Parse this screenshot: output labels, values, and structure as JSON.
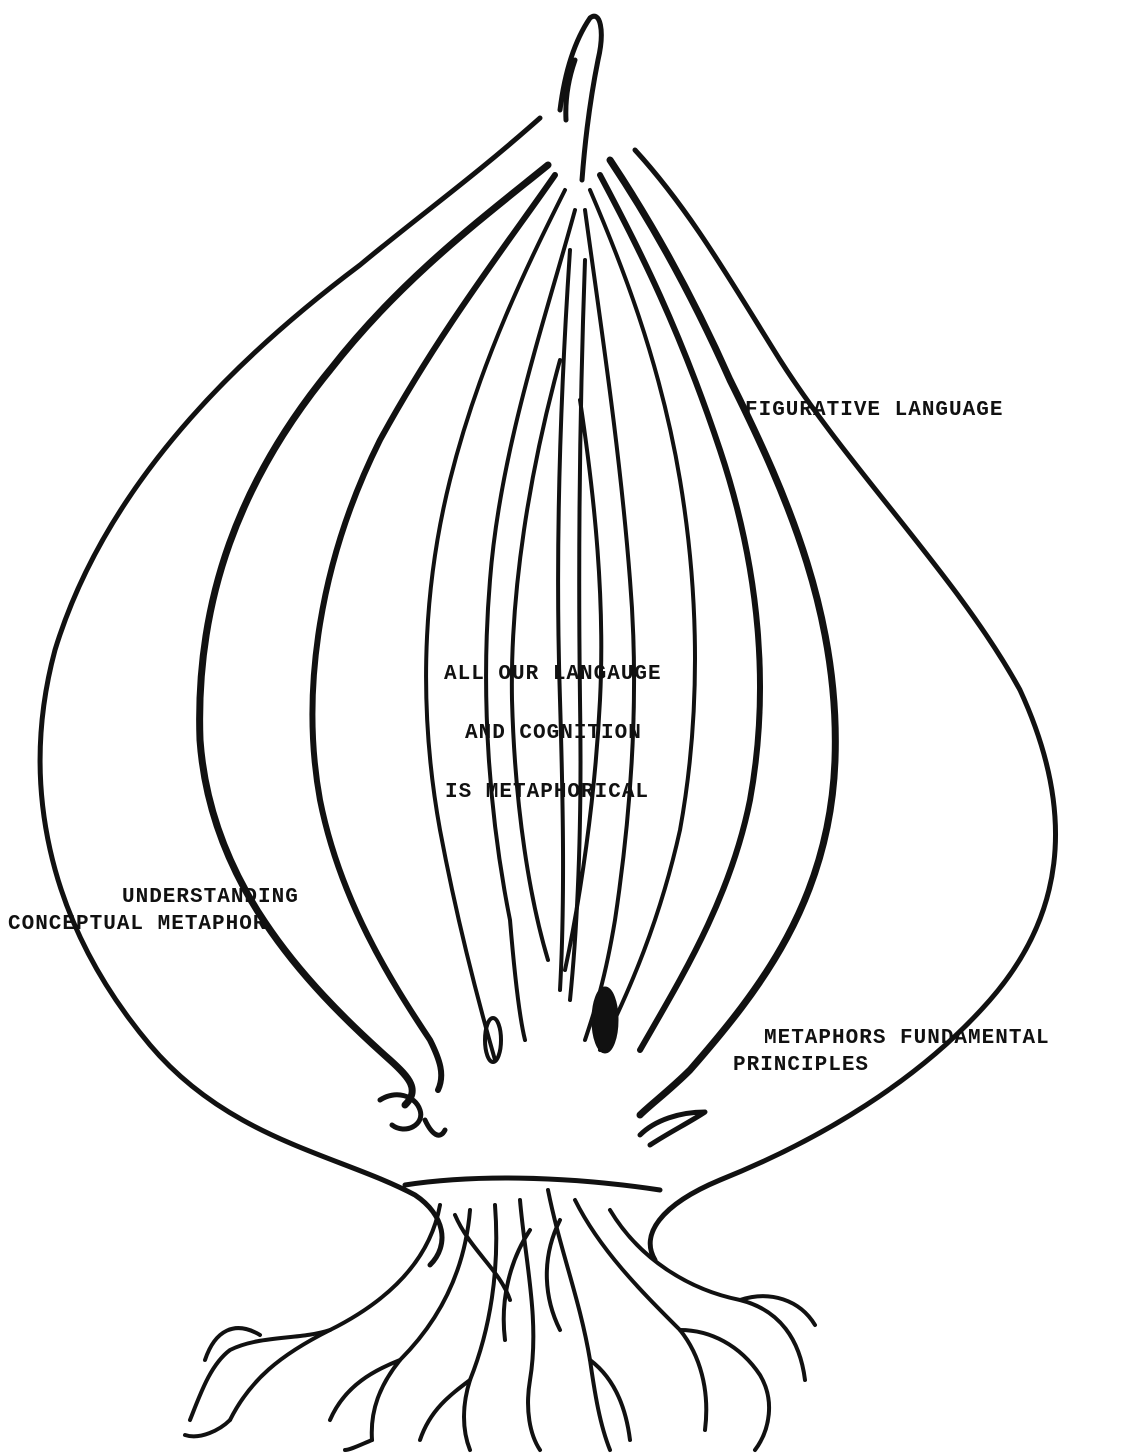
{
  "diagram": {
    "labels": {
      "outer_layer": "FIGURATIVE LANGUAGE",
      "core_line_1": "ALL OUR LANGAUGE",
      "core_line_2": "AND COGNITION",
      "core_line_3": "IS METAPHORICAL",
      "understanding_line_1": "UNDERSTANDING",
      "understanding_line_2": "CONCEPTUAL METAPHOR",
      "metaphors_line_1": "METAPHORS FUNDAMENTAL",
      "metaphors_line_2": "PRINCIPLES"
    },
    "colors": {
      "ink": "#111111",
      "paper": "#ffffff"
    }
  }
}
